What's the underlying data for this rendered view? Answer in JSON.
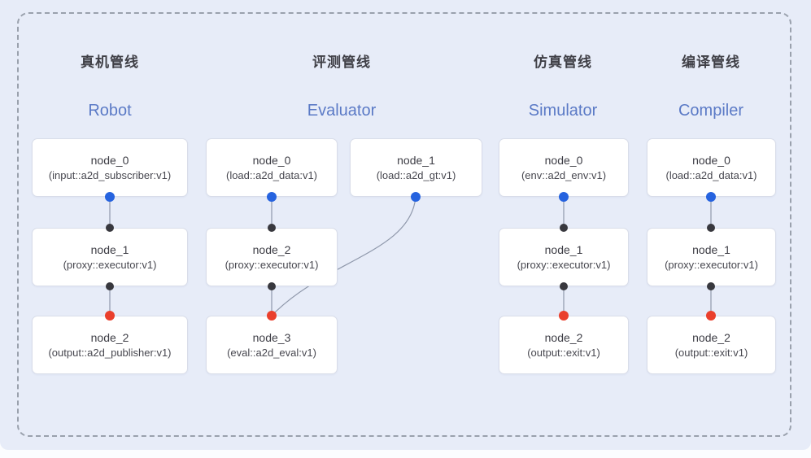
{
  "colors": {
    "bg": "#e7ecf8",
    "page": "#fbfcfe",
    "dash": "#9aa1ad",
    "title-cn": "#3f3f46",
    "title-en": "#5b7ac6",
    "node-bg": "#ffffff",
    "node-border": "#d9dde9",
    "node-text": "#3d3d45",
    "node-sub": "#47474f",
    "edge": "#8f98ab",
    "port-blue": "#2663df",
    "port-black": "#38383e",
    "port-red": "#ea3f2c"
  },
  "pipelines": [
    {
      "title_cn": "真机管线",
      "title_en": "Robot",
      "nodes": [
        {
          "name": "node_0",
          "impl": "(input::a2d_subscriber:v1)"
        },
        {
          "name": "node_1",
          "impl": "(proxy::executor:v1)"
        },
        {
          "name": "node_2",
          "impl": "(output::a2d_publisher:v1)"
        }
      ]
    },
    {
      "title_cn": "评测管线",
      "title_en": "Evaluator",
      "nodes": [
        {
          "name": "node_0",
          "impl": "(load::a2d_data:v1)"
        },
        {
          "name": "node_1",
          "impl": "(load::a2d_gt:v1)"
        },
        {
          "name": "node_2",
          "impl": "(proxy::executor:v1)"
        },
        {
          "name": "node_3",
          "impl": "(eval::a2d_eval:v1)"
        }
      ]
    },
    {
      "title_cn": "仿真管线",
      "title_en": "Simulator",
      "nodes": [
        {
          "name": "node_0",
          "impl": "(env::a2d_env:v1)"
        },
        {
          "name": "node_1",
          "impl": "(proxy::executor:v1)"
        },
        {
          "name": "node_2",
          "impl": "(output::exit:v1)"
        }
      ]
    },
    {
      "title_cn": "编译管线",
      "title_en": "Compiler",
      "nodes": [
        {
          "name": "node_0",
          "impl": "(load::a2d_data:v1)"
        },
        {
          "name": "node_1",
          "impl": "(proxy::executor:v1)"
        },
        {
          "name": "node_2",
          "impl": "(output::exit:v1)"
        }
      ]
    }
  ]
}
